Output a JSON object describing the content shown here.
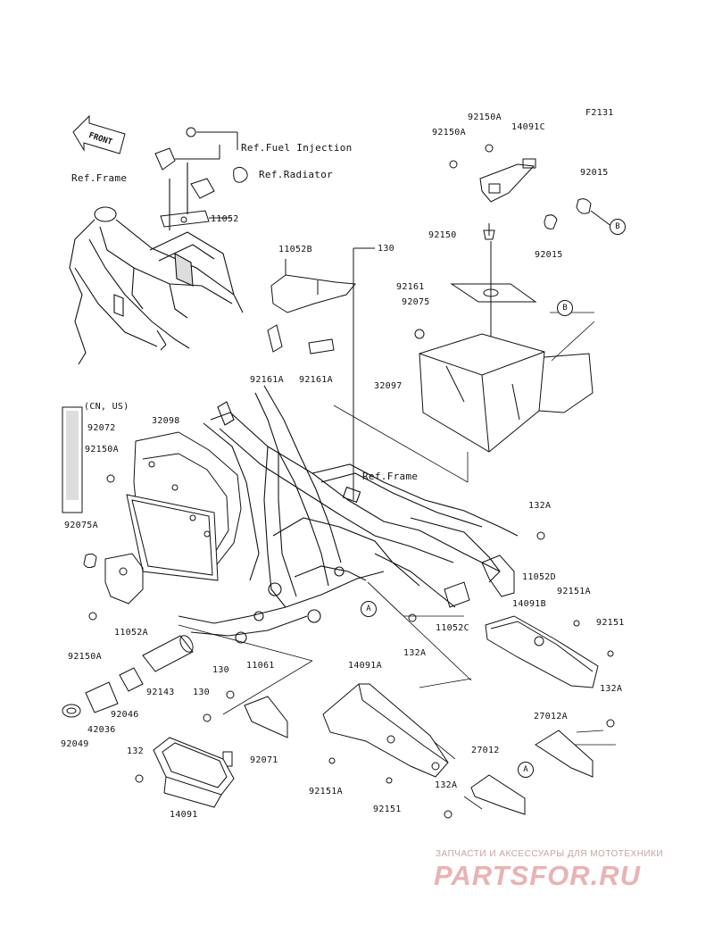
{
  "figure_code": "F2131",
  "front_badge": "FRONT",
  "refs": {
    "fuel_injection": "Ref.Fuel Injection",
    "radiator": "Ref.Radiator",
    "frame_top": "Ref.Frame",
    "frame_mid": "Ref.Frame"
  },
  "region_note": "(CN, US)",
  "callouts": {
    "a_left": "A",
    "a_right": "A",
    "b_top": "B",
    "b_mid": "B"
  },
  "parts": {
    "p92150A_top": "92150A",
    "p14091C": "14091C",
    "p92150A_second": "92150A",
    "p92015_top": "92015",
    "p92150": "92150",
    "p92015_b": "92015",
    "p11052": "11052",
    "p11052B": "11052B",
    "p130_top": "130",
    "p92161": "92161",
    "p92075": "92075",
    "p92161A_l": "92161A",
    "p92161A_r": "92161A",
    "p32097": "32097",
    "p92072": "92072",
    "p32098": "32098",
    "p92150A_left": "92150A",
    "p92075A": "92075A",
    "p11052A": "11052A",
    "p92150A_bottom": "92150A",
    "p132A_1": "132A",
    "p11052D": "11052D",
    "p92151A_r": "92151A",
    "p14091B": "14091B",
    "p11052C": "11052C",
    "p132A_2": "132A",
    "p92151": "92151",
    "p14091A": "14091A",
    "p130_a": "130",
    "p11061": "11061",
    "p130_b": "130",
    "p92143": "92143",
    "p92046": "92046",
    "p42036": "42036",
    "p92049": "92049",
    "p132A_3": "132A",
    "p27012A": "27012A",
    "p27012": "27012",
    "p132": "132",
    "p92071": "92071",
    "p92151A_b": "92151A",
    "p92151_b": "92151",
    "p132A_4": "132A",
    "p14091": "14091"
  },
  "watermark": {
    "tagline": "ЗАПЧАСТИ И АКСЕССУАРЫ ДЛЯ МОТОТЕХНИКИ",
    "logo": "PARTSFOR.RU"
  },
  "colors": {
    "line": "#111111",
    "shade": "#9a9a9a",
    "watermark": "#e9b3b3"
  }
}
